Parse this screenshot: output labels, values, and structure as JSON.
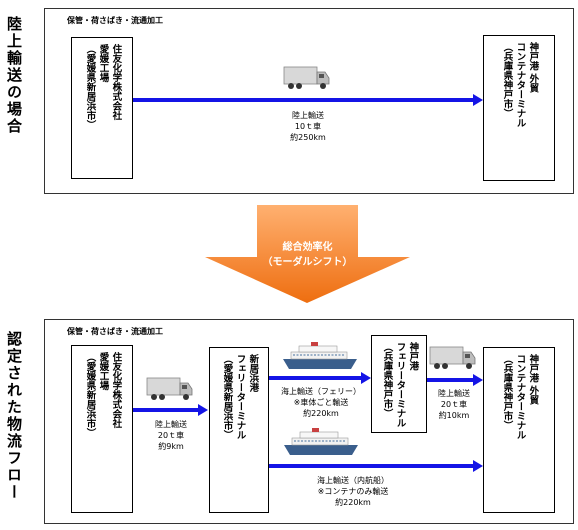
{
  "titles": {
    "top": "陸上輸送の場合",
    "bottom": "認定された物流フロー"
  },
  "top_panel": {
    "tag": "保管・荷さばき・流通加工",
    "origin": {
      "name": "住友化学株式会社",
      "sub": "愛媛工場",
      "loc": "（愛媛県新居浜市）"
    },
    "dest": {
      "name": "神戸港 外貿",
      "sub": "コンテナターミナル",
      "loc": "（兵庫県神戸市）"
    },
    "route": {
      "mode": "陸上輸送",
      "vehicle": "10ｔ車",
      "distance": "約250km"
    }
  },
  "shift": {
    "line1": "総合効率化",
    "line2": "（モーダルシフト）"
  },
  "bottom_panel": {
    "tag": "保管・荷さばき・流通加工",
    "origin": {
      "name": "住友化学株式会社",
      "sub": "愛媛工場",
      "loc": "（愛媛県新居浜市）"
    },
    "port1": {
      "name": "新居浜港",
      "sub": "フェリーターミナル",
      "loc": "（愛媛県新居浜市）"
    },
    "port2": {
      "name": "神戸港",
      "sub": "フェリーターミナル",
      "loc": "（兵庫県神戸市）"
    },
    "dest": {
      "name": "神戸港 外貿",
      "sub": "コンテナターミナル",
      "loc": "（兵庫県神戸市）"
    },
    "leg1": {
      "mode": "陸上輸送",
      "vehicle": "20ｔ車",
      "distance": "約9km"
    },
    "leg2": {
      "mode": "海上輸送（フェリー）",
      "note": "※車体ごと輸送",
      "distance": "約220km"
    },
    "leg3": {
      "mode": "陸上輸送",
      "vehicle": "20ｔ車",
      "distance": "約10km"
    },
    "leg4": {
      "mode": "海上輸送（内航船）",
      "note": "※コンテナのみ輸送",
      "distance": "約220km"
    }
  },
  "colors": {
    "arrow": "#1414e6",
    "shift_top": "#ffb070",
    "shift_bottom": "#ee6e10"
  },
  "icons": {
    "truck": "truck-icon",
    "ship": "ship-icon"
  }
}
